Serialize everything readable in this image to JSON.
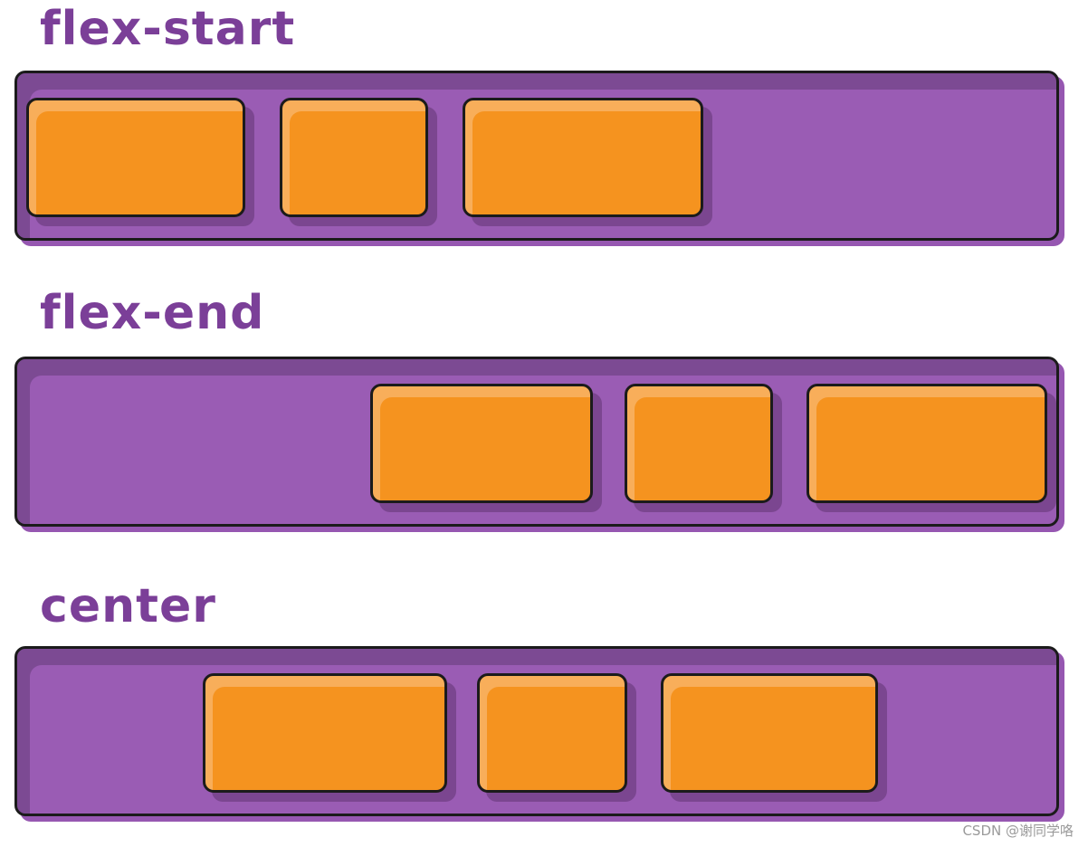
{
  "titles": [
    "flex-start",
    "flex-end",
    "center"
  ],
  "watermark": "CSDN @谢同学咯",
  "colors": {
    "container_fill": "#9a5cb4",
    "container_shade": "#7c4a93",
    "item_fill": "#f5931f",
    "item_highlight": "#f8ae5a",
    "outline": "#1b1b1b",
    "title_text": "#7b3f98"
  }
}
